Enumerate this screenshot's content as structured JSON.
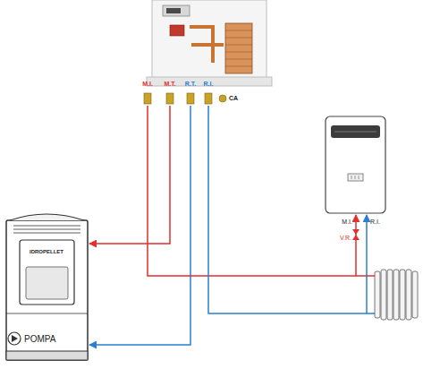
{
  "diagram": {
    "nodes": [
      {
        "text": [
          "IDROPELLET",
          "POMPA"
        ]
      },
      {
        "text": [
          "M.I.",
          "M.T.",
          "R.T.",
          "R.I.",
          "CA"
        ]
      },
      {
        "text": [
          "M.I.",
          "R.I.",
          "V.R."
        ]
      }
    ],
    "edges": [
      {
        "from": 1,
        "to": 0,
        "arrow": "to"
      },
      {
        "from": 1,
        "to": 0,
        "arrow": "to"
      },
      {
        "from": 1,
        "to": 2,
        "arrow": "to"
      },
      {
        "from": 1,
        "to": 2,
        "arrow": "to"
      }
    ]
  }
}
